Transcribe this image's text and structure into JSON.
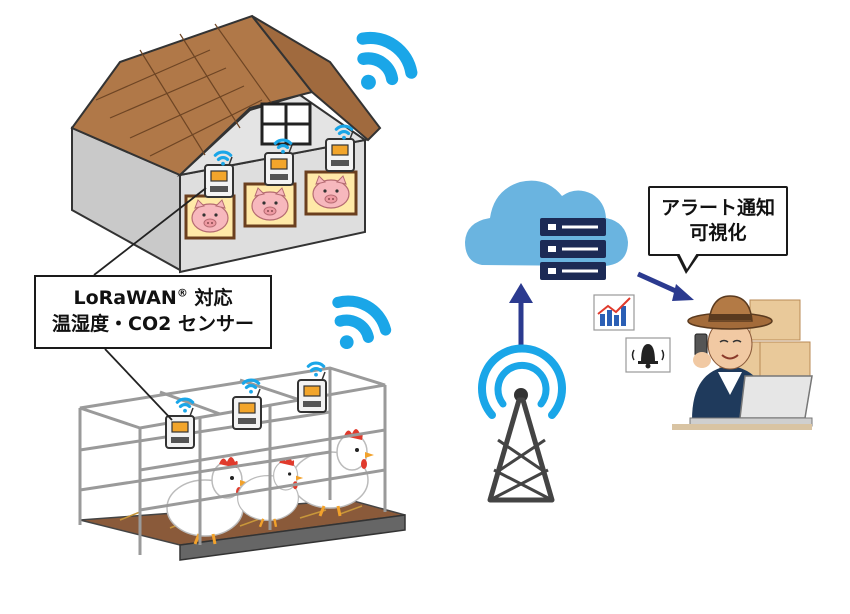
{
  "sensor_label": {
    "line1_main": "LoRaWAN",
    "line1_mark": "®",
    "line1_suffix": " 対応",
    "line2": "温湿度・CO2 センサー"
  },
  "alert_bubble": {
    "line1": "アラート通知",
    "line2": "可視化"
  },
  "colors": {
    "wifi_blue": "#1aa6e8",
    "cloud": "#6ab4e0",
    "arrow": "#2b3a8f",
    "roof": "#b07848",
    "barn_wall": "#d4d4d4",
    "pig": "#f5b3b8",
    "chicken": "#ffffff",
    "comb": "#e03a2c"
  },
  "icons": [
    "wifi-icon",
    "sensor-icon",
    "cloud-icon",
    "server-icon",
    "antenna-tower-icon",
    "chart-icon",
    "bell-icon",
    "farmer-icon",
    "laptop-icon"
  ]
}
